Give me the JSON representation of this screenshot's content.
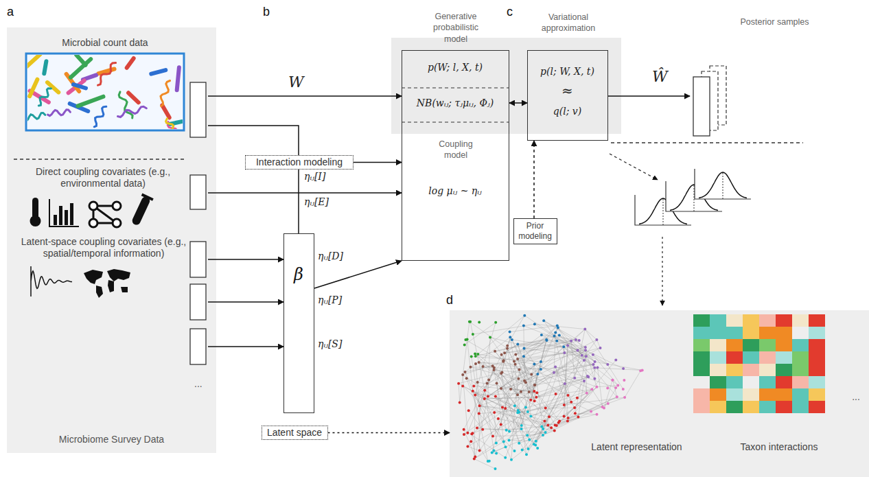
{
  "diagram": {
    "nodes": [
      {
        "text": [
          "Microbiome Survey Data"
        ]
      },
      {
        "text": [
          "Microbial count data"
        ],
        "in": 0
      },
      {
        "text": [
          "Direct coupling covariates (e.g., environmental data)"
        ],
        "in": 0
      },
      {
        "text": [
          "Latent-space coupling covariates (e.g., spatial/temporal information)"
        ],
        "in": 0
      },
      {
        "text": [
          "Interaction modeling"
        ]
      },
      {
        "text": [
          "β"
        ]
      },
      {
        "text": [
          "Latent space"
        ]
      },
      {
        "text": [
          "Generative probabilistic model",
          "p(W; l, X, t)",
          "NB(wᵢⱼ; τⱼμᵢⱼ, Φⱼ)",
          "Coupling model",
          "log μᵢⱼ ~ ηᵢⱼ"
        ]
      },
      {
        "text": [
          "Prior modeling"
        ]
      },
      {
        "text": [
          "Variational approximation",
          "p(l; W, X, t)",
          "≈",
          "q(l; v)"
        ]
      },
      {
        "text": [
          "Posterior samples"
        ]
      },
      {
        "text": [
          "..."
        ]
      },
      {
        "text": [
          "Latent representation"
        ],
        "in": 11
      },
      {
        "text": [
          "Taxon interactions"
        ],
        "in": 11
      }
    ],
    "edges": [
      {
        "from": 1,
        "to": 7,
        "label": "W",
        "arrow": "to"
      },
      {
        "from": 1,
        "to": 4,
        "arrow": "none"
      },
      {
        "from": 4,
        "to": 7,
        "arrow": "to"
      },
      {
        "from": 4,
        "to": 5,
        "label": "ηᵢⱼ[I]",
        "arrow": "none"
      },
      {
        "from": 2,
        "to": 7,
        "label": "ηᵢⱼ[E]",
        "arrow": "to"
      },
      {
        "from": 3,
        "to": 5,
        "arrow": "to"
      },
      {
        "from": 3,
        "to": 5,
        "arrow": "to"
      },
      {
        "from": 3,
        "to": 5,
        "arrow": "to"
      },
      {
        "from": 5,
        "to": 7,
        "arrow": "to"
      },
      {
        "from": 7,
        "to": 9,
        "arrow": "both"
      },
      {
        "from": 8,
        "to": 9,
        "arrow": "to"
      },
      {
        "from": 9,
        "to": 10,
        "label": "Ŵ",
        "arrow": "to"
      },
      {
        "from": 6,
        "to": 11,
        "arrow": "to"
      }
    ],
    "labels": [
      "a",
      "b",
      "c",
      "d",
      "ηᵢⱼ[D]",
      "ηᵢⱼ[P]",
      "ηᵢⱼ[S]",
      "..."
    ]
  }
}
